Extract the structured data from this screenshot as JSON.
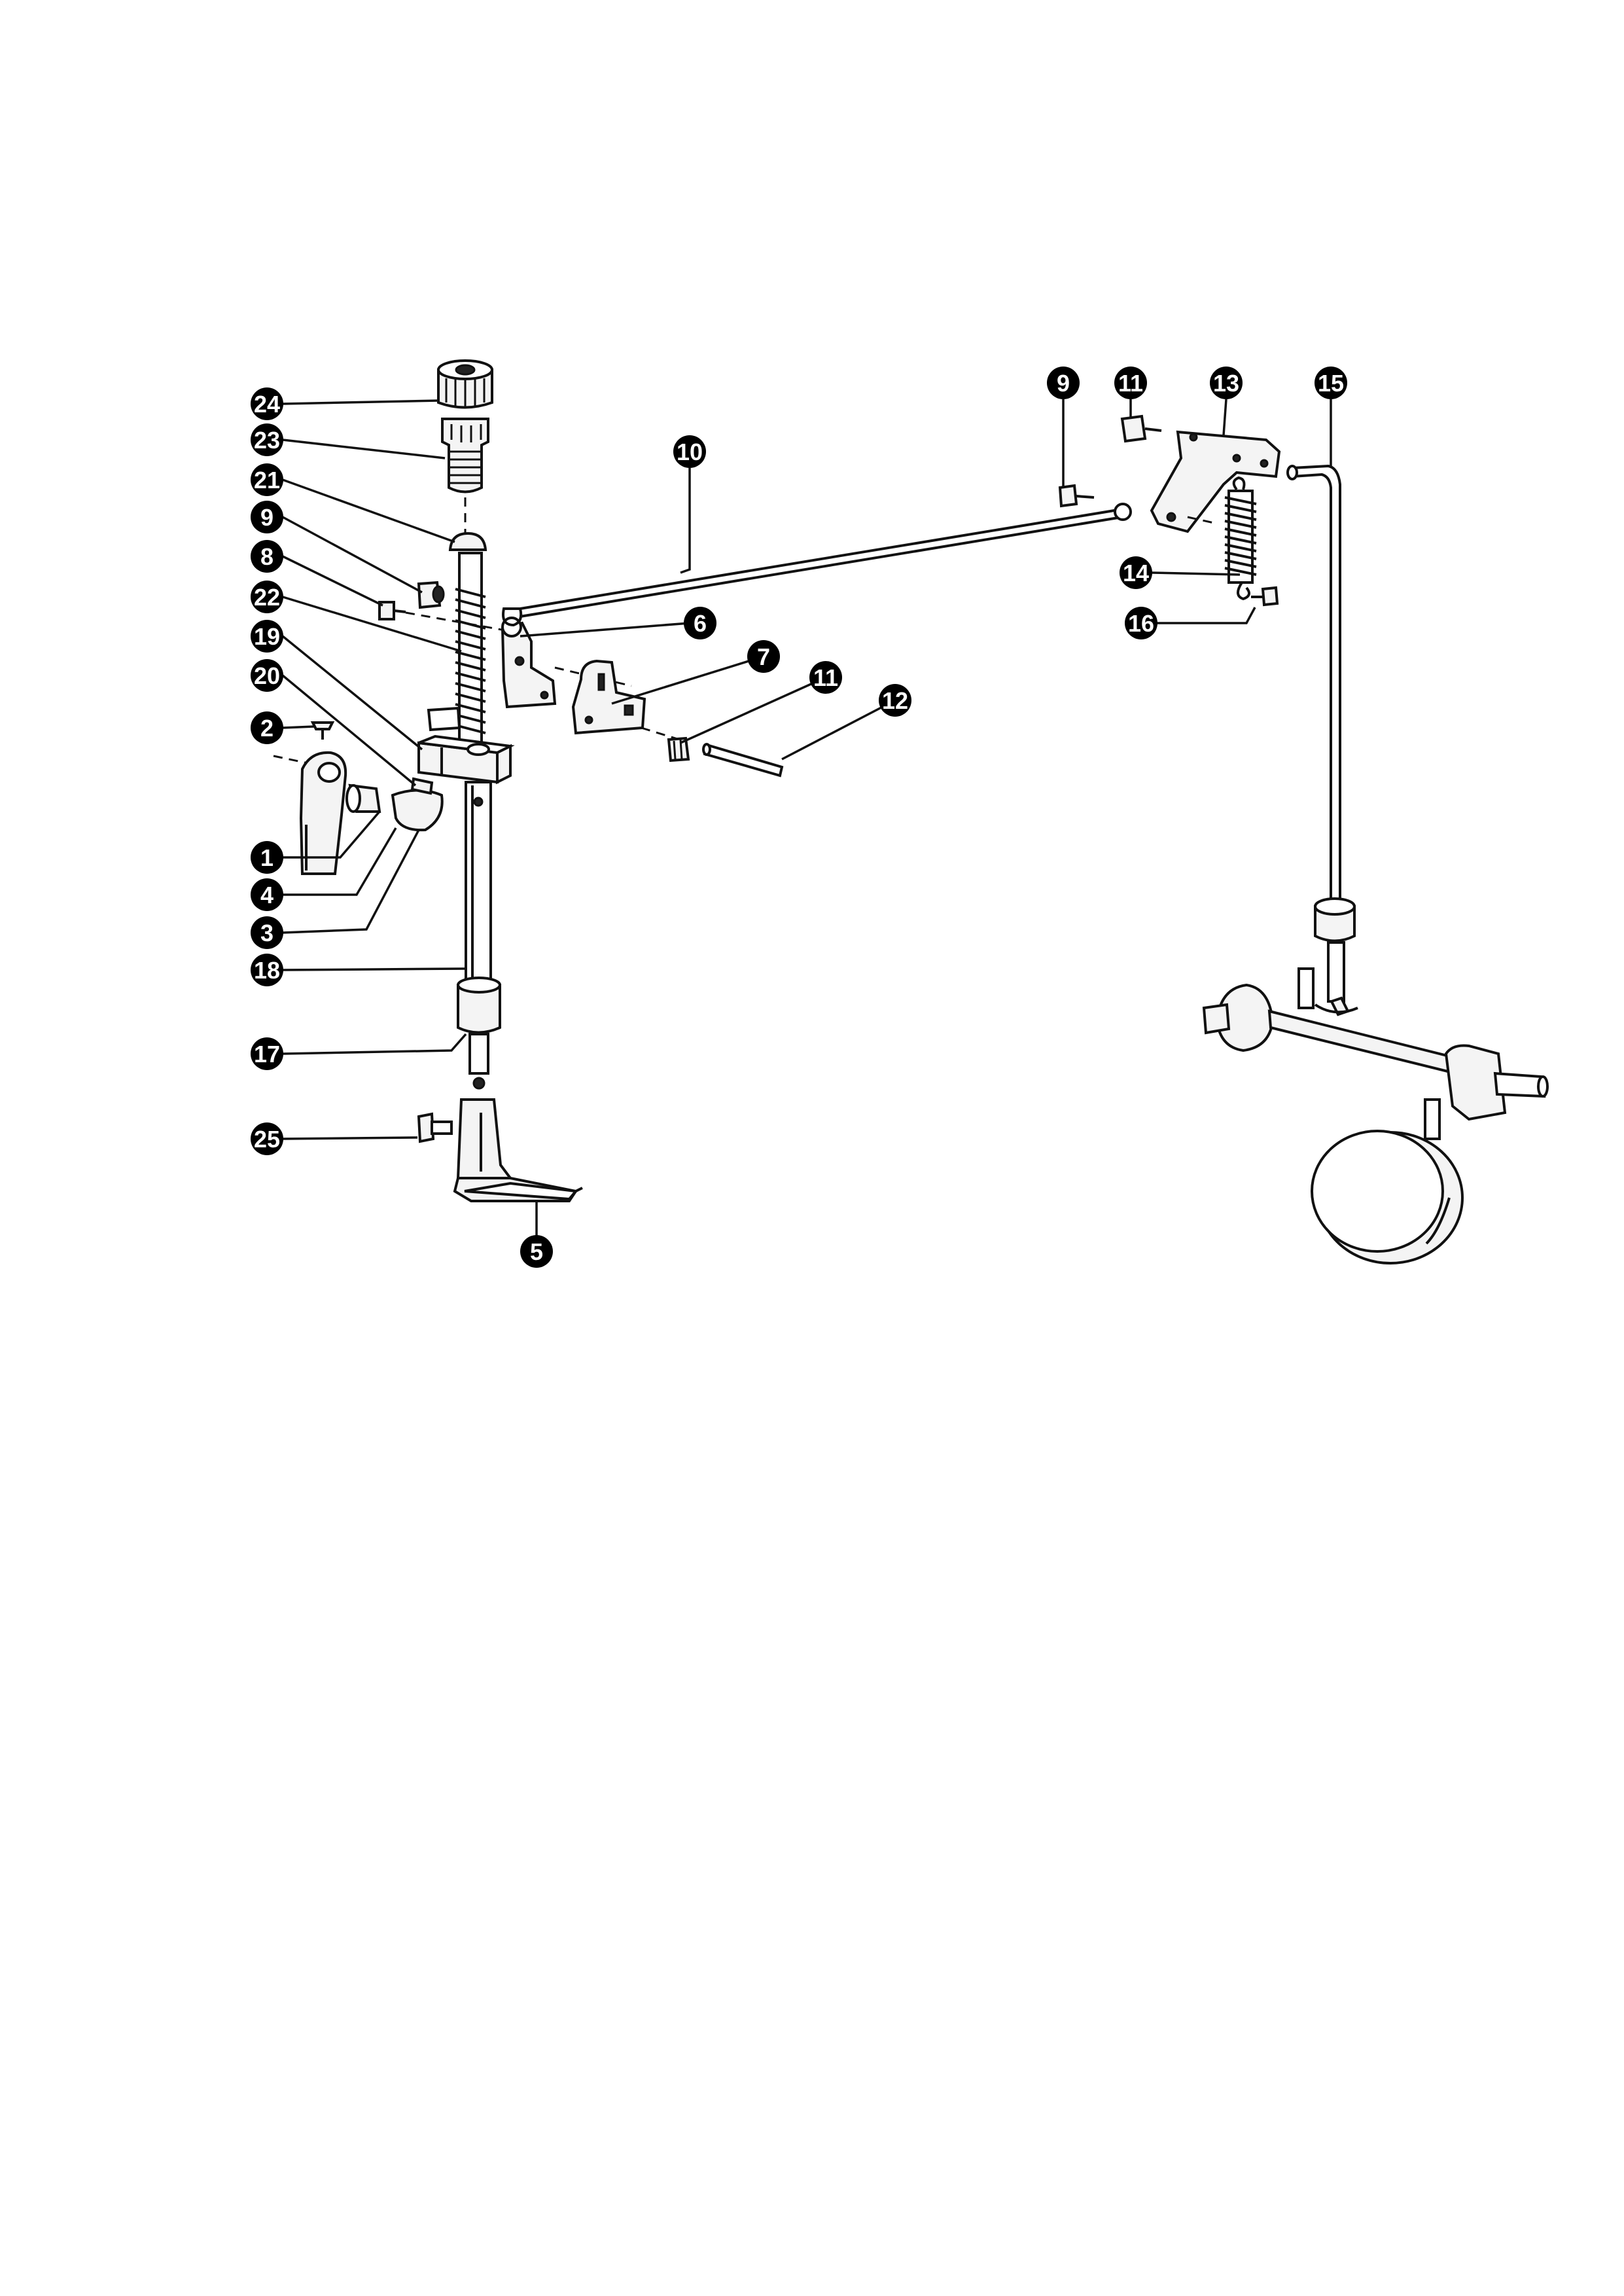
{
  "callouts": [
    {
      "id": "c24",
      "label": "24"
    },
    {
      "id": "c23",
      "label": "23"
    },
    {
      "id": "c21",
      "label": "21"
    },
    {
      "id": "c9a",
      "label": "9"
    },
    {
      "id": "c8",
      "label": "8"
    },
    {
      "id": "c22",
      "label": "22"
    },
    {
      "id": "c19",
      "label": "19"
    },
    {
      "id": "c20",
      "label": "20"
    },
    {
      "id": "c2",
      "label": "2"
    },
    {
      "id": "c1",
      "label": "1"
    },
    {
      "id": "c4",
      "label": "4"
    },
    {
      "id": "c3",
      "label": "3"
    },
    {
      "id": "c18",
      "label": "18"
    },
    {
      "id": "c17",
      "label": "17"
    },
    {
      "id": "c25",
      "label": "25"
    },
    {
      "id": "c5",
      "label": "5"
    },
    {
      "id": "c10",
      "label": "10"
    },
    {
      "id": "c6",
      "label": "6"
    },
    {
      "id": "c7",
      "label": "7"
    },
    {
      "id": "c11a",
      "label": "11"
    },
    {
      "id": "c12",
      "label": "12"
    },
    {
      "id": "c9b",
      "label": "9"
    },
    {
      "id": "c11b",
      "label": "11"
    },
    {
      "id": "c13",
      "label": "13"
    },
    {
      "id": "c15",
      "label": "15"
    },
    {
      "id": "c14",
      "label": "14"
    },
    {
      "id": "c16",
      "label": "16"
    }
  ]
}
